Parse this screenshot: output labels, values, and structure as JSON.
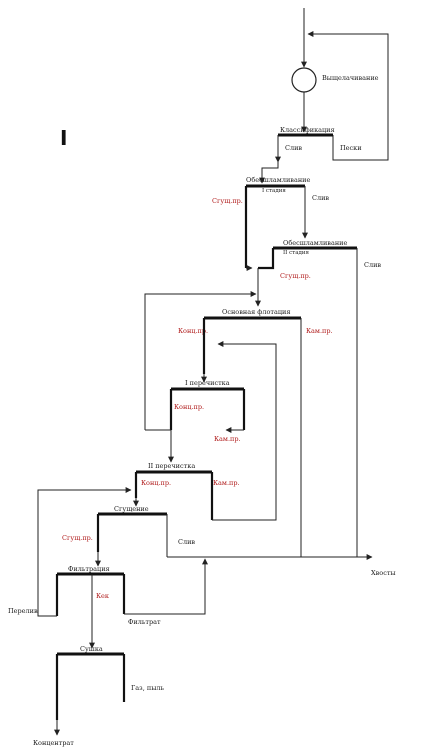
{
  "figure_number": "I",
  "nodes": {
    "leaching": "Выщелачивание",
    "classification": "Классификация",
    "deslime1": "Обесшламливание",
    "deslime1_stage": "I стадия",
    "deslime2": "Обесшламливание",
    "deslime2_stage": "II стадия",
    "main_flotation": "Основная флотация",
    "cleaning1": "I перечистка",
    "cleaning2": "II перечистка",
    "thickening": "Сгущение",
    "filtration": "Фильтрация",
    "drying": "Сушка"
  },
  "labels": {
    "sliv1": "Слив",
    "peski": "Пески",
    "sgusch1": "Сгущ.пр.",
    "sliv2": "Слив",
    "sgusch2": "Сгущ.пр.",
    "sliv3": "Слив",
    "konc_main": "Конц.пр.",
    "kam_main": "Кам.пр.",
    "konc_c1": "Конц.пр.",
    "kam_c1": "Кам.пр.",
    "konc_c2": "Конц.пр.",
    "kam_c2": "Кам.пр.",
    "sgusch_thick": "Сгущ.пр.",
    "sliv_thick": "Слив",
    "kek": "Кек",
    "filtrate": "Фильтрат",
    "pereliv": "Перелив",
    "gas": "Газ, пыль",
    "tailings": "Хвосты",
    "concentrate": "Концентрат"
  }
}
